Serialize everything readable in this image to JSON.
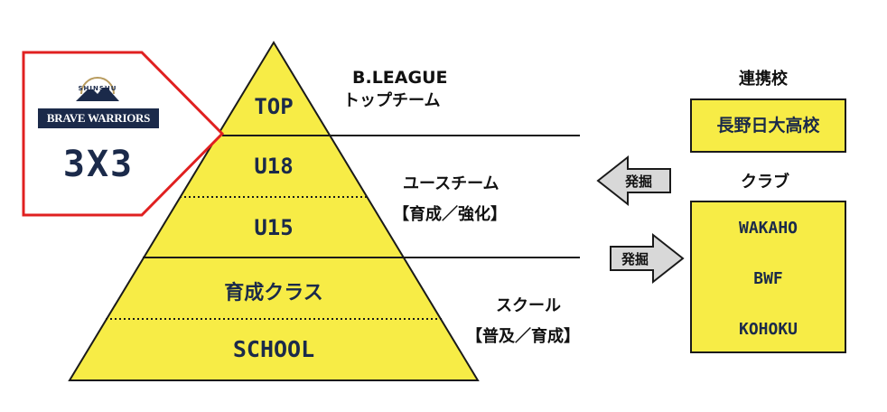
{
  "logo": {
    "small_text": "SHINSHU",
    "brand": "BRAVE WARRIORS",
    "sub": "3X3",
    "colors": {
      "border": "#e02020",
      "navy": "#1b2a4a"
    }
  },
  "pyramid": {
    "levels": [
      "TOP",
      "U18",
      "U15",
      "育成クラス",
      "SCHOOL"
    ],
    "fill": "#f7ec46"
  },
  "side_labels": {
    "top_line1": "B.LEAGUE",
    "top_line2": "トップチーム",
    "youth_line1": "ユースチーム",
    "youth_line2": "【育成／強化】",
    "school_line1": "スクール",
    "school_line2": "【普及／育成】"
  },
  "partner": {
    "heading": "連携校",
    "school": "長野日大高校"
  },
  "club": {
    "heading": "クラブ",
    "items": [
      "WAKAHO",
      "BWF",
      "KOHOKU"
    ]
  },
  "arrows": {
    "left_label": "発掘",
    "right_label": "発掘"
  }
}
